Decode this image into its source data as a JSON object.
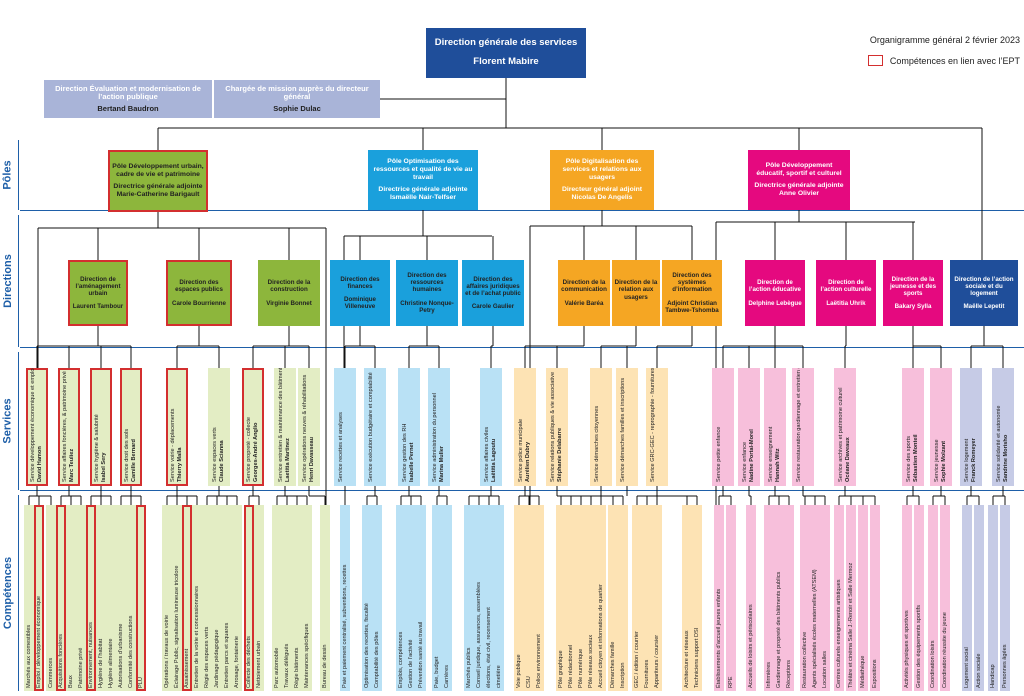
{
  "header": {
    "date": "Organigramme général 2 février 2023",
    "legend": "Compétences en lien avec l’EPT",
    "legend_color": "#d32f2f"
  },
  "bands": [
    "Pôles",
    "Directions",
    "Services",
    "Compétences"
  ],
  "colors": {
    "dg": "#1f4e9a",
    "mission": "#a9b4d8",
    "green": "#8db63c",
    "greenlight": "#e3edc4",
    "blue": "#1aa0dc",
    "bluelight": "#b9e1f5",
    "orange": "#f5a623",
    "orangelight": "#fde3b4",
    "pink": "#e5097f",
    "pinklight": "#f7bfdb",
    "navy": "#1f4e9a",
    "navylight": "#c6cbe6",
    "line": "#111111",
    "band": "#1e5fa8"
  },
  "dg": {
    "title": "Direction générale des services",
    "name": "Florent Mabire"
  },
  "missions": [
    {
      "title": "Direction Évaluation et modernisation de l’action publique",
      "name": "Bertand Baudron"
    },
    {
      "title": "Chargée de mission auprès du directeur général",
      "name": "Sophie Dulac"
    }
  ],
  "poles": [
    {
      "title": "Pôle Développement urbain, cadre de vie et patrimoine",
      "head": "Directrice générale adjointe Marie-Catherine Barigault"
    },
    {
      "title": "Pôle Optimisation des ressources et qualité de vie au travail",
      "head": "Directrice générale adjointe Ismaëlle Nair-Telfser"
    },
    {
      "title": "Pôle Digitalisation des services et relations aux usagers",
      "head": "Directeur général adjoint Nicolas De Angelis"
    },
    {
      "title": "Pôle Développement éducatif, sportif et culturel",
      "head": "Directrice générale adjointe Anne Olivier"
    }
  ],
  "directions": [
    {
      "title": "Direction de l’aménagement urbain",
      "name": "Laurent Tambour"
    },
    {
      "title": "Direction des espaces publics",
      "name": "Carole Bourrienne"
    },
    {
      "title": "Direction de la construction",
      "name": "Virginie Bonnet"
    },
    {
      "title": "Direction des finances",
      "name": "Dominique Villeneuve"
    },
    {
      "title": "Direction des ressources humaines",
      "name": "Christine Nonque-Petry"
    },
    {
      "title": "Direction des affaires juridiques et de l’achat public",
      "name": "Carole Gaulier"
    },
    {
      "title": "Direction de la communication",
      "name": "Valérie Baréa"
    },
    {
      "title": "Direction de la relation aux usagers",
      "name": ""
    },
    {
      "title": "Direction des systèmes d’information",
      "name": "Adjoint Christian Tambwe-Tshomba"
    },
    {
      "title": "Direction de l’action éducative",
      "name": "Delphine Lebègue"
    },
    {
      "title": "Direction de l’action culturelle",
      "name": "Laëtitia Uhrik"
    },
    {
      "title": "Direction de la jeunesse et des sports",
      "name": "Bakary Sylla"
    },
    {
      "title": "Direction de l’action sociale et du logement",
      "name": "Maëlle Lepetit"
    }
  ],
  "services": [
    {
      "title": "Service développement économique et emploi",
      "name": "David Hamon"
    },
    {
      "title": "Service affaires foncières, & patrimoine privé",
      "name": "Marc Teuliez"
    },
    {
      "title": "Service hygiène & salubrité",
      "name": "Isabel Sery"
    },
    {
      "title": "Service droit des sols",
      "name": "Camille Bernard"
    },
    {
      "title": "Service voirie - déplacements",
      "name": "Thierry Malla"
    },
    {
      "title": "Service espaces verts",
      "name": "Claude Scianna"
    },
    {
      "title": "Service propreté - collecte",
      "name": "Georges-André Anglio"
    },
    {
      "title": "Service entretien & maintenance des bâtiments",
      "name": "Laetitia Martinez"
    },
    {
      "title": "Service opérations neuves & réhabilitations",
      "name": "Henri Davasseau"
    },
    {
      "title": "Service recettes et analyses",
      "name": ""
    },
    {
      "title": "Service exécution budgétaire et comptabilité",
      "name": ""
    },
    {
      "title": "Service gestion des RH",
      "name": "Isabelle Pernet"
    },
    {
      "title": "Service administration du personnel",
      "name": "Marina Muller"
    },
    {
      "title": "Service affaires civiles",
      "name": "Laëtitia Lagoutu"
    },
    {
      "title": "Service police municipale",
      "name": "Aurélien Dubry"
    },
    {
      "title": "Service relations publiques & vie associative",
      "name": "Stéphanie Delabarre"
    },
    {
      "title": "Service démarches citoyennes",
      "name": ""
    },
    {
      "title": "Service démarches familles et inscriptions",
      "name": ""
    },
    {
      "title": "Service GRC-GEC - reprographie - fournitures",
      "name": ""
    },
    {
      "title": "Service petite enfance",
      "name": ""
    },
    {
      "title": "Service enfance",
      "name": "Nadine Portal-Morel"
    },
    {
      "title": "Service enseignement",
      "name": "Hannah Witz"
    },
    {
      "title": "Service restauration gardiennage et entretien des locaux",
      "name": ""
    },
    {
      "title": "Service archives et patrimoine culturel",
      "name": "Océane Daveaux"
    },
    {
      "title": "Service des sports",
      "name": "Sébastien Monteil"
    },
    {
      "title": "Service jeunesse",
      "name": "Sophie Molzant"
    },
    {
      "title": "Service logement",
      "name": "Franck Romeyer"
    },
    {
      "title": "Service solidarité et autonomie",
      "name": "Sandrine Morisho"
    }
  ],
  "competences": [
    "Marchés aux comestibles",
    "Emploi / développement économique",
    "Commerces",
    "Acquisitions foncières",
    "Baux",
    "Patrimoine privé",
    "Environnement, nuisances",
    "Hygiène de l’habitat",
    "Hygiène alimentaire",
    "Autorisations d’urbanisme",
    "Conformité des constructions",
    "PLU",
    "Opérations / travaux de voirie",
    "Éclairage Public, signalisation lumineuse tricolore",
    "Assainissement",
    "Entretien de la voirie et concessionnaires",
    "Régie des espaces verts",
    "Jardinage pédagogique",
    "Entretien parcs et squares",
    "Arrosage, fontainerie",
    "Collecte des déchets",
    "Nettoiement urbain",
    "Parc automobile",
    "Travaux délégués",
    "Régie bâtiments",
    "Maintenances spécifiques",
    "Bureau de dessin",
    "Paie et paiement centralisé, subventions, recettes",
    "Optimisation des recettes, fiscalité",
    "Comptabilité des pôles",
    "Emplois, compétences",
    "Gestion de l’activité",
    "Prévention santé au travail",
    "Paie, budget",
    "Carrières",
    "Marchés publics",
    "Conseil juridique, assurances, assemblées",
    "élections, état civil, recensement",
    "cimetière",
    "Voie publique",
    "CSU",
    "Police environnement",
    "Pôle graphique",
    "Pôle rédactionnel",
    "Pôle numérique",
    "Pôle réseaux sociaux",
    "Accueil citoyen et informations de quartier",
    "Démarches famille",
    "Inscription",
    "GEC / édition / courrier",
    "Fournitures",
    "Appariteurs / coursier",
    "Architecture et réseaux",
    "Techniciens support DSI",
    "Établissements d’accueil jeunes enfants",
    "RPE",
    "Accueils de loisirs et périscolaires",
    "Infirmières",
    "Gardiennage et propreté des bâtiments publics",
    "Réceptions",
    "Restauration collective",
    "Agents spécialisés écoles maternelles (ATSEM)",
    "Location salles",
    "Centres culturels enseignements artistiques",
    "Théâtre et cinéma Salle J.-Renoir et Salle Mermoz",
    "Médiathèque",
    "Expositions",
    "Activités physiques et sportives",
    "Gestion des équipements sportifs",
    "Coordination loisirs",
    "Coordination réussite du jeune",
    "Logement social",
    "Action sociale",
    "Handicap",
    "Personnes âgées"
  ]
}
